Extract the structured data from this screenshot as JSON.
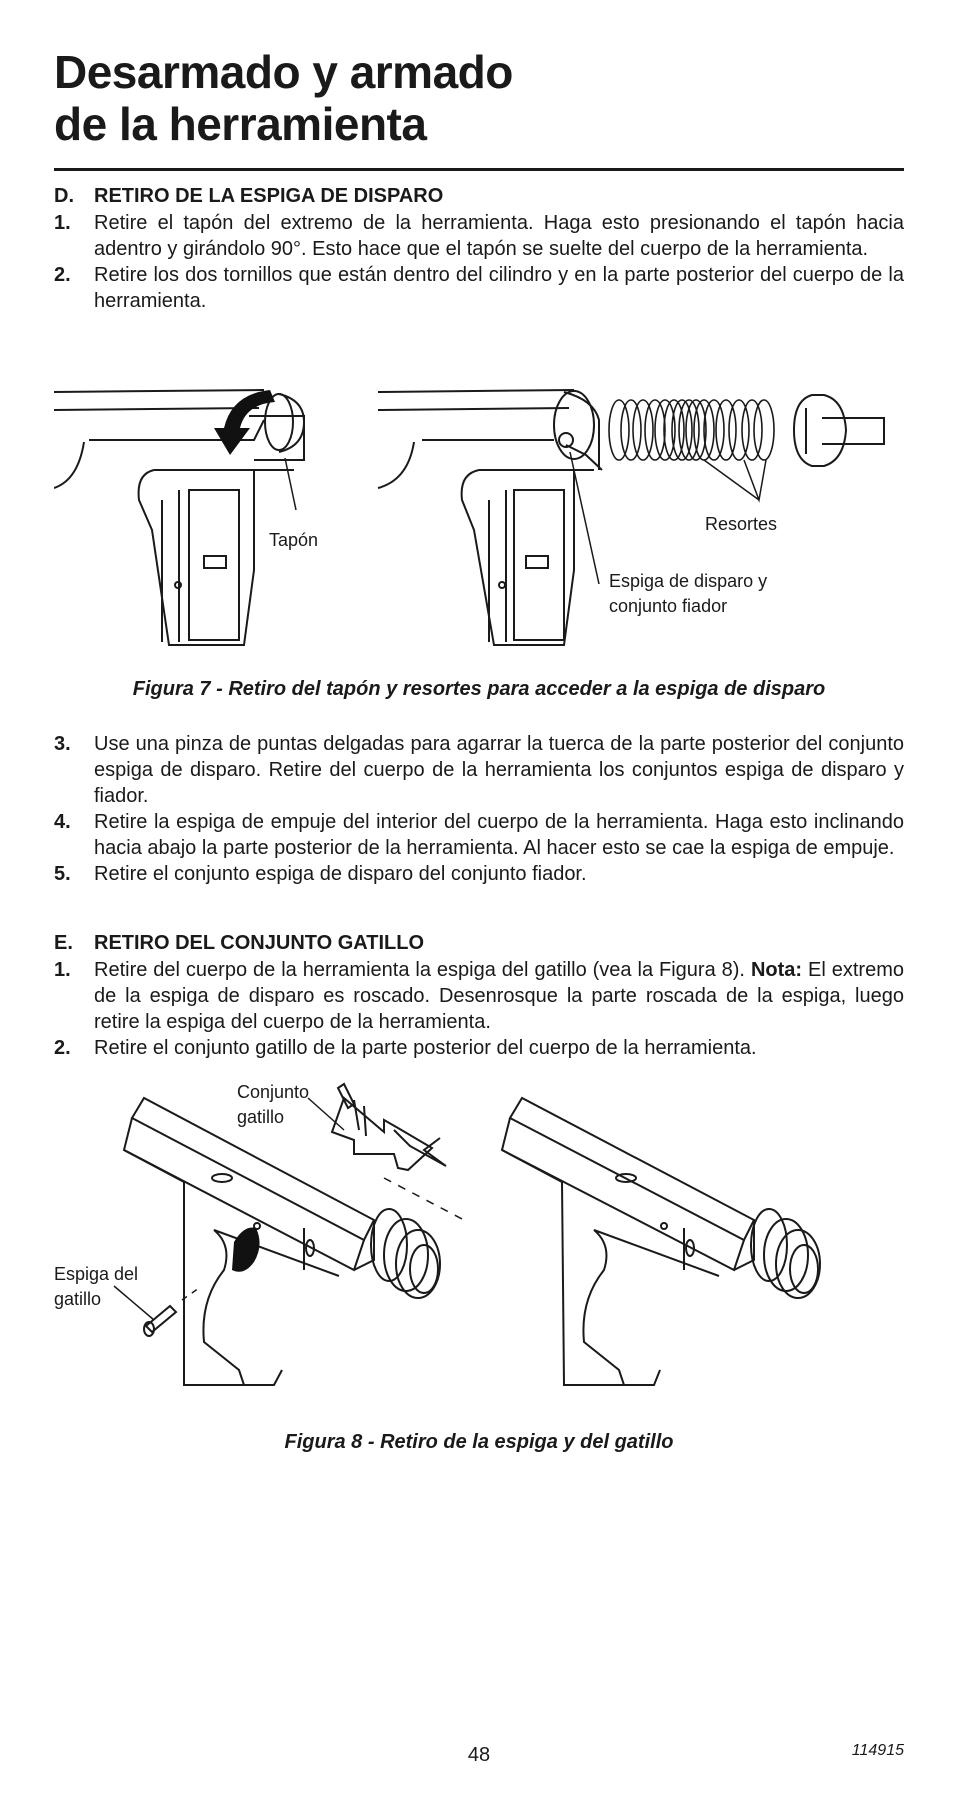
{
  "title_line1": "Desarmado y armado",
  "title_line2": "de la herramienta",
  "section_d": {
    "letter": "D.",
    "title": "RETIRO DE LA ESPIGA DE DISPARO",
    "steps": [
      {
        "n": "1.",
        "text": "Retire el tapón del extremo de la herramienta. Haga esto presionando el tapón hacia adentro y girándolo 90°. Esto hace que el tapón se suelte del cuerpo de la herramienta."
      },
      {
        "n": "2.",
        "text": "Retire los dos tornillos que están dentro del cilindro y en la parte posterior del cuerpo de la herramienta."
      }
    ]
  },
  "figure7": {
    "labels": {
      "tapon": "Tapón",
      "resortes": "Resortes",
      "espiga_line1": "Espiga de disparo y",
      "espiga_line2": "conjunto fiador"
    },
    "caption": "Figura 7 - Retiro del tapón y resortes para acceder a la espiga de disparo"
  },
  "section_d_cont": {
    "steps": [
      {
        "n": "3.",
        "text": "Use una pinza de puntas delgadas para agarrar la tuerca de la parte posterior del conjunto espiga de disparo. Retire del cuerpo de la herramienta los conjuntos espiga de disparo y fiador."
      },
      {
        "n": "4.",
        "text": "Retire la espiga de empuje del interior del cuerpo de la herramienta. Haga esto inclinando hacia abajo la parte posterior de la herramienta. Al hacer esto se cae la espiga de empuje."
      },
      {
        "n": "5.",
        "text": "Retire el conjunto espiga de disparo del conjunto fiador."
      }
    ]
  },
  "section_e": {
    "letter": "E.",
    "title": "RETIRO DEL CONJUNTO GATILLO",
    "step1_n": "1.",
    "step1_text": "Retire del cuerpo de la herramienta la espiga del gatillo (vea la Figura 8).",
    "step1_nota": "Nota:",
    "step1_text2": "El extremo de la espiga de disparo es roscado. Desenrosque la parte roscada de la espiga, luego retire la espiga del cuerpo de la herramienta.",
    "step2_n": "2.",
    "step2_text": "Retire el conjunto gatillo de la parte posterior del cuerpo de la herramienta."
  },
  "figure8": {
    "labels": {
      "conjunto_line1": "Conjunto",
      "conjunto_line2": "gatillo",
      "espiga_line1": "Espiga del",
      "espiga_line2": "gatillo"
    },
    "caption": "Figura 8 - Retiro de la espiga y del gatillo"
  },
  "footer": {
    "page_number": "48",
    "doc_code": "114915"
  }
}
